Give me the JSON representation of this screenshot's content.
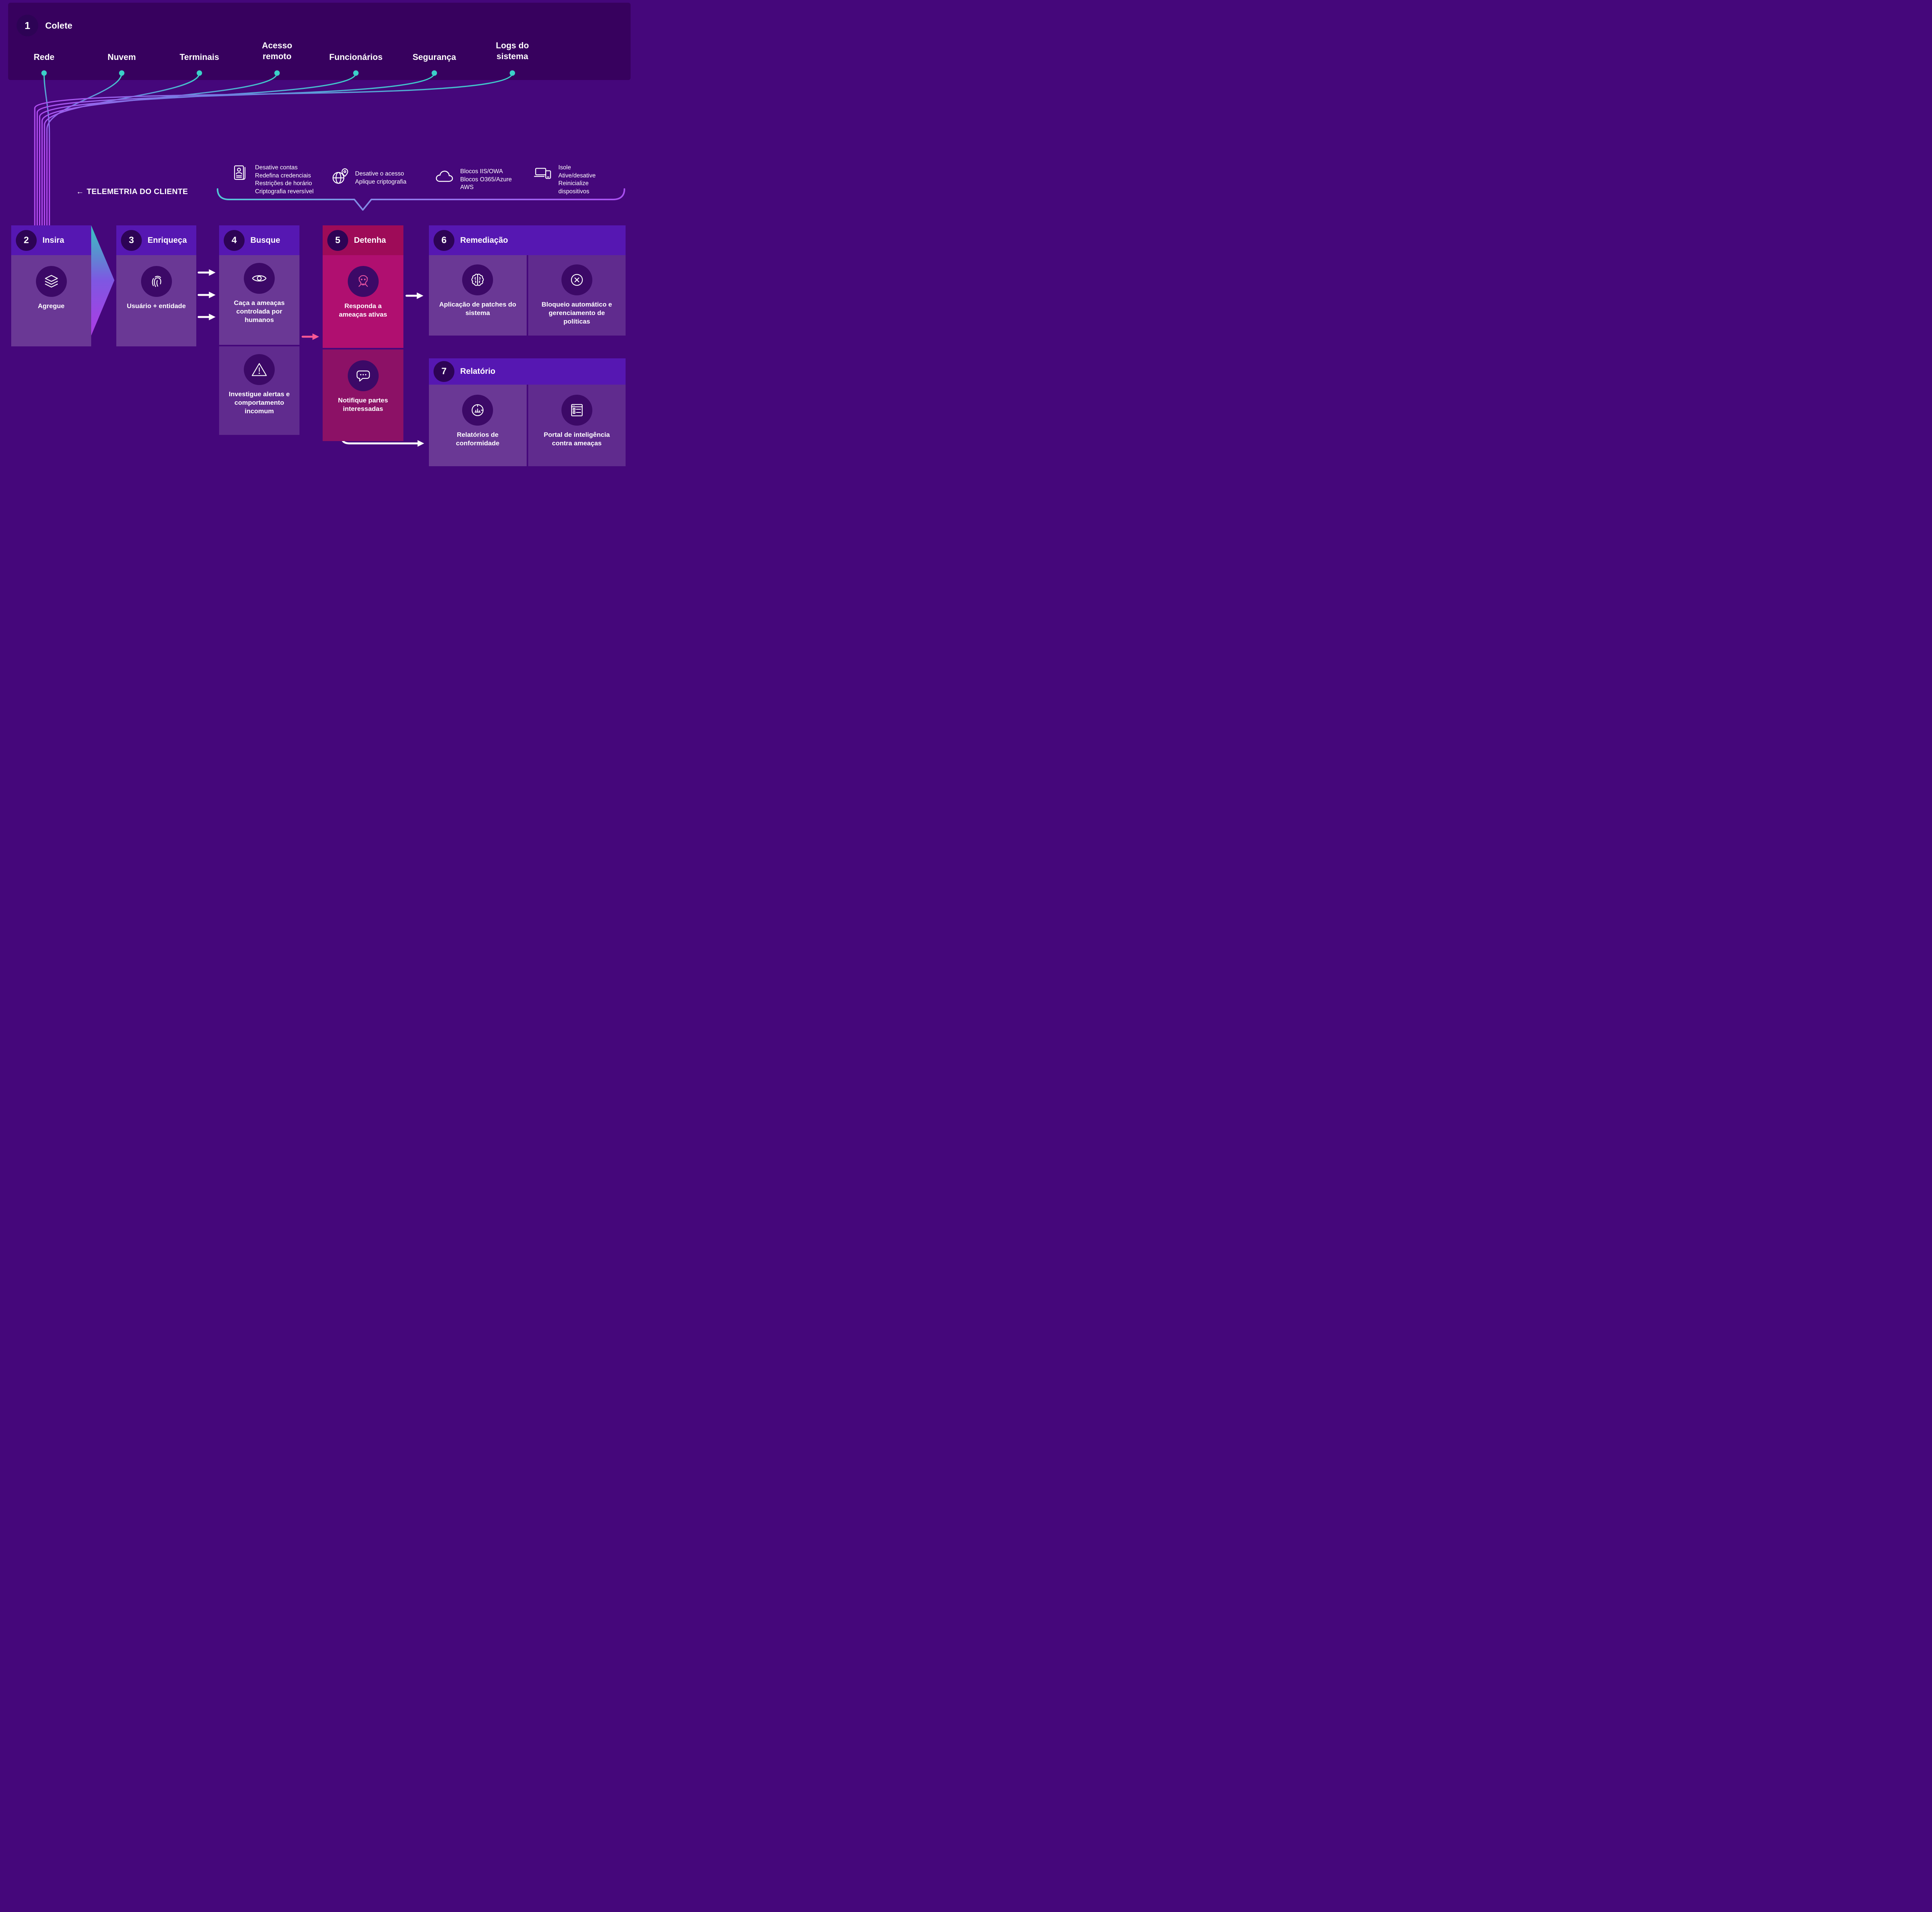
{
  "colors": {
    "background": "#45077B",
    "top_band": "#37015E",
    "step_header_purple": "#5617B2",
    "detenha_header": "#9E0B58",
    "detenha_body_top": "#B00F70",
    "detenha_body_bottom": "#8C1166",
    "teal_accent": "#3BD1C8",
    "line_purple": "#B44CF2",
    "pink_arrow": "#FA5894"
  },
  "collect": {
    "number": "1",
    "title": "Colete",
    "sources": [
      "Rede",
      "Nuvem",
      "Terminais",
      "Acesso remoto",
      "Funcionários",
      "Segurança",
      "Logs do sistema"
    ]
  },
  "telemetry": {
    "arrow": "←",
    "label": "TELEMETRIA DO CLIENTE"
  },
  "annotations": [
    {
      "icon": "id-card-icon",
      "lines": [
        "Desative contas",
        "Redefina credenciais",
        "Restrições de horário",
        "Criptografia reversível"
      ]
    },
    {
      "icon": "globe-pin-icon",
      "lines": [
        "Desative o acesso",
        "Aplique criptografia"
      ]
    },
    {
      "icon": "cloud-icon",
      "lines": [
        "Blocos IIS/OWA",
        "Blocos O365/Azure",
        "AWS"
      ]
    },
    {
      "icon": "devices-icon",
      "lines": [
        "Isole",
        "Ative/desative",
        "Reinicialize",
        "dispositivos"
      ]
    }
  ],
  "steps": {
    "insira": {
      "number": "2",
      "title": "Insira",
      "label": "Agregue"
    },
    "enriqueca": {
      "number": "3",
      "title": "Enriqueça",
      "label": "Usuário + entidade"
    },
    "busque": {
      "number": "4",
      "title": "Busque",
      "items": [
        "Caça a ameaças controlada por humanos",
        "Investigue alertas e comportamento incomum"
      ]
    },
    "detenha": {
      "number": "5",
      "title": "Detenha",
      "items": [
        "Responda a ameaças ativas",
        "Notifique partes interessadas"
      ]
    },
    "remediacao": {
      "number": "6",
      "title": "Remediação",
      "items": [
        "Aplicação de patches do sistema",
        "Bloqueio automático e gerenciamento de políticas"
      ]
    },
    "relatorio": {
      "number": "7",
      "title": "Relatório",
      "items": [
        "Relatórios de conformidade",
        "Portal de inteligência contra ameaças"
      ]
    }
  }
}
